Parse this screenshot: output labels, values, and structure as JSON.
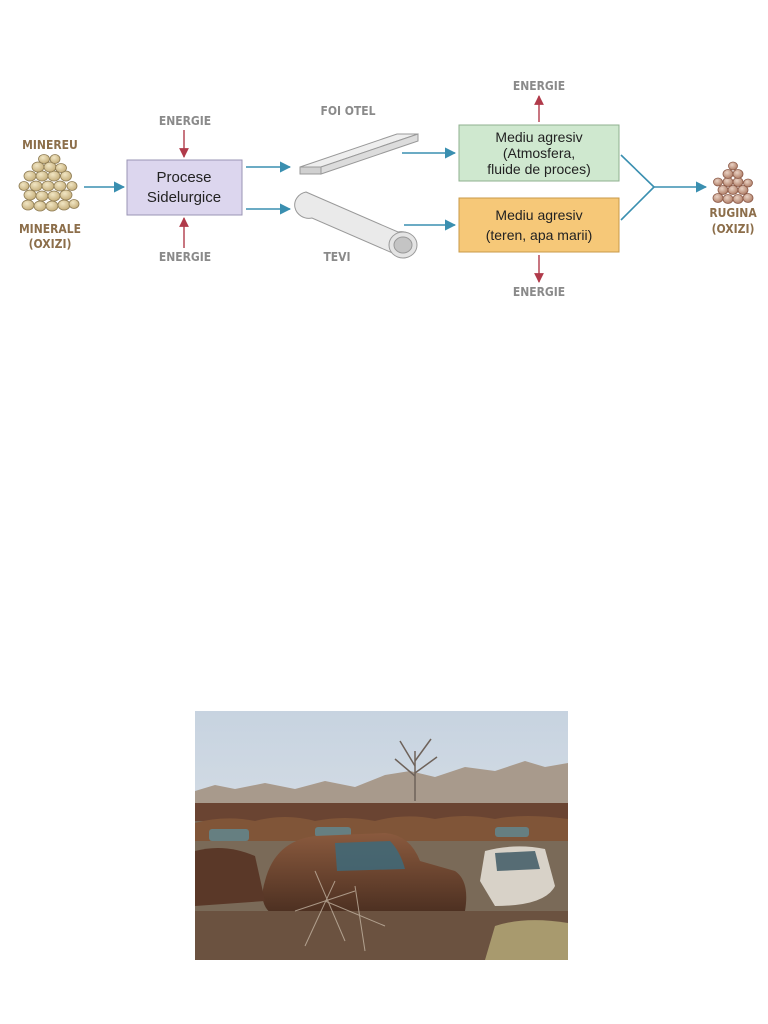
{
  "diagram": {
    "ore_label": "MINEREU",
    "minerals_label": "MINERALE",
    "oxides_label": "(OXIZI)",
    "energy_label": "ENERGIE",
    "process_line1": "Procese",
    "process_line2": "Sidelurgice",
    "sheet_label": "FOI OTEL",
    "pipe_label": "TEVI",
    "env1_line1": "Mediu agresiv",
    "env1_line2": "(Atmosfera,",
    "env1_line3": "fluide de proces)",
    "env2_line1": "Mediu agresiv",
    "env2_line2": "(teren, apa marii)",
    "rust_label": "RUGINA",
    "rust_oxides_label": "(OXIZI)",
    "colors": {
      "arrow": "#3a8fb0",
      "energy_arrow": "#b03a4a",
      "process_fill": "#dcd6ee",
      "env1_fill": "#cfe8cf",
      "env2_fill": "#f6c878",
      "ore": "#d9c79a",
      "rust": "#c69a86",
      "label_grey": "#8a8a8a",
      "label_brown": "#8c6e4a"
    }
  },
  "photo": {
    "subject": "junkyard-rusted-cars"
  }
}
